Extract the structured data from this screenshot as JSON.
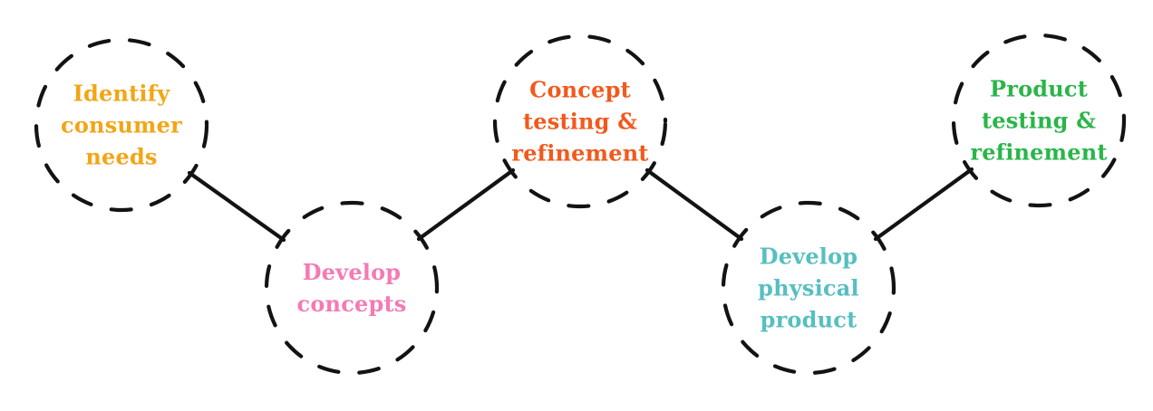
{
  "diagram": {
    "type": "process-flow",
    "background_color": "#ffffff",
    "stroke_color": "#131313",
    "steps": [
      {
        "id": "identify-consumer-needs",
        "lines": [
          "Identify",
          "consumer",
          "needs"
        ],
        "label": "Identify consumer needs",
        "color": "#F2A516"
      },
      {
        "id": "develop-concepts",
        "lines": [
          "Develop",
          "concepts"
        ],
        "label": "Develop concepts",
        "color": "#F47AB5"
      },
      {
        "id": "concept-testing-refinement",
        "lines": [
          "Concept",
          "testing &",
          "refinement"
        ],
        "label": "Concept testing & refinement",
        "color": "#F2591D"
      },
      {
        "id": "develop-physical-product",
        "lines": [
          "Develop",
          "physical",
          "product"
        ],
        "label": "Develop physical product",
        "color": "#57BFC0"
      },
      {
        "id": "product-testing-refinement",
        "lines": [
          "Product",
          "testing &",
          "refinement"
        ],
        "label": "Product testing & refinement",
        "color": "#2AB54A"
      }
    ],
    "connections": [
      {
        "from": "identify-consumer-needs",
        "to": "develop-concepts"
      },
      {
        "from": "develop-concepts",
        "to": "concept-testing-refinement"
      },
      {
        "from": "concept-testing-refinement",
        "to": "develop-physical-product"
      },
      {
        "from": "develop-physical-product",
        "to": "product-testing-refinement"
      }
    ]
  }
}
